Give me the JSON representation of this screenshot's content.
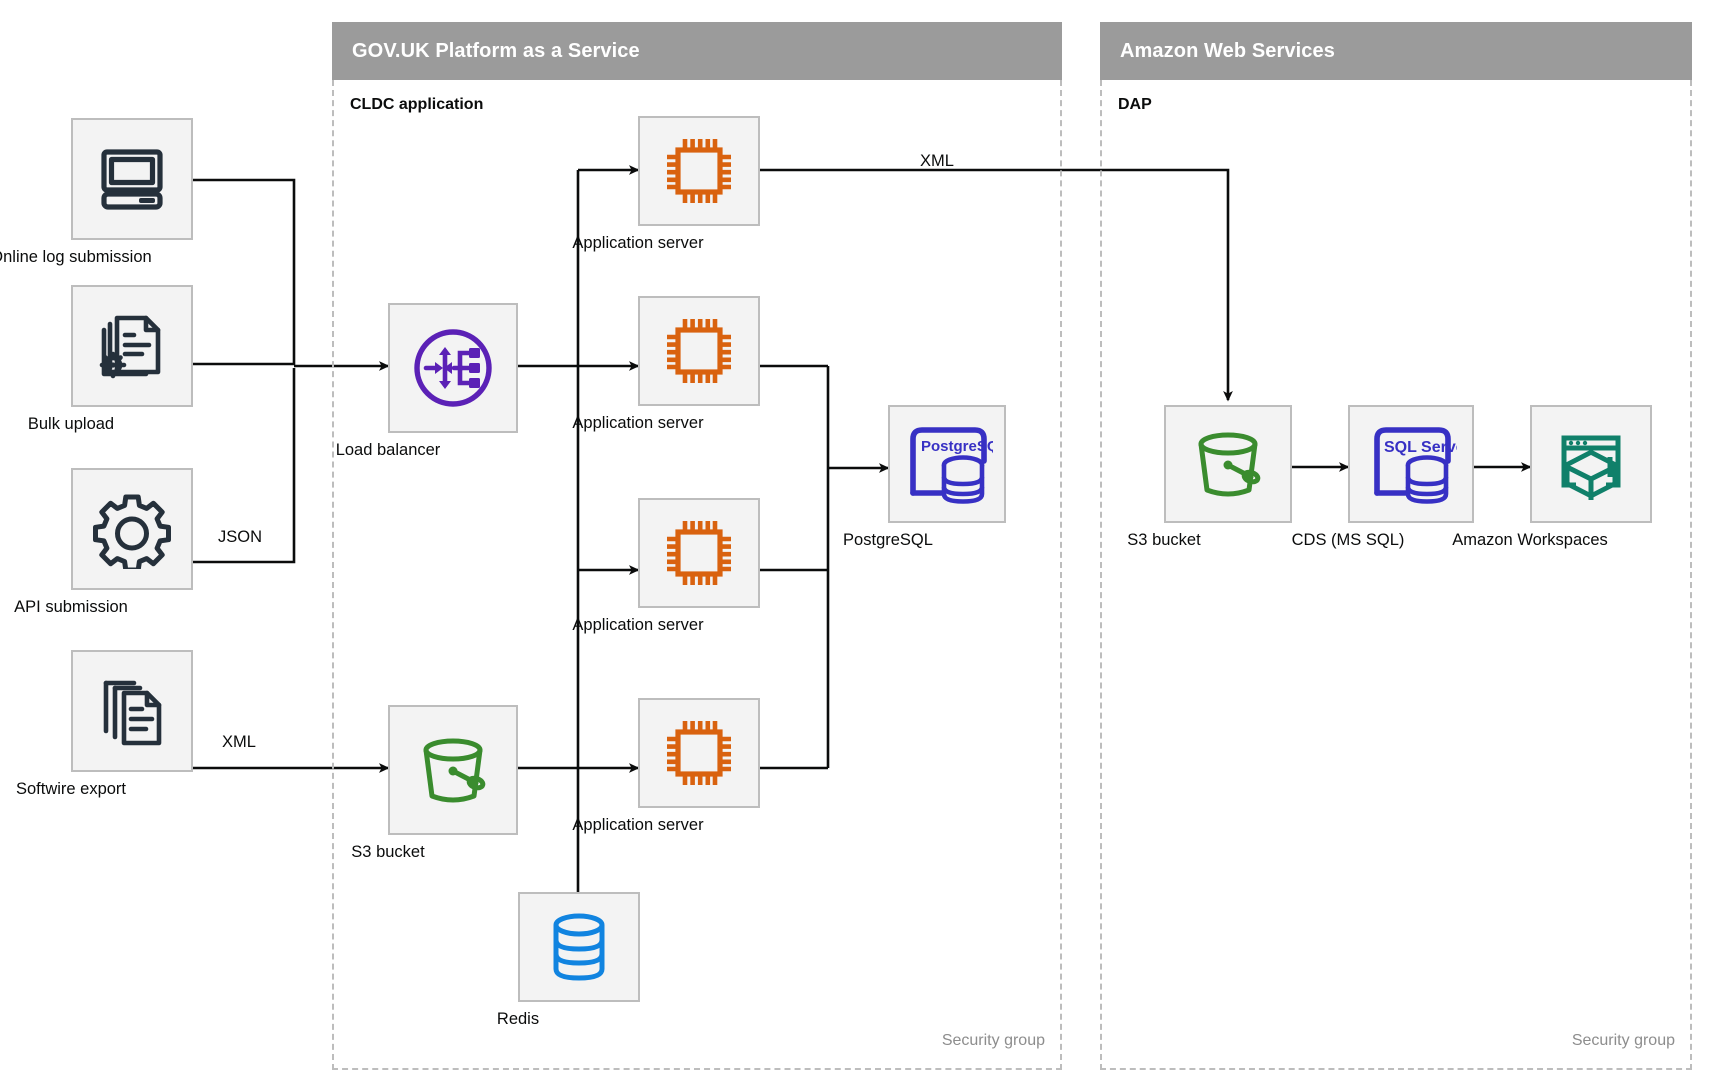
{
  "groups": [
    {
      "id": "paas",
      "title": "GOV.UK Platform as a Service",
      "subgroup_label": "CLDC application",
      "security_caption": "Security group"
    },
    {
      "id": "aws",
      "title": "Amazon Web Services",
      "subgroup_label": "DAP",
      "security_caption": "Security group"
    }
  ],
  "nodes": [
    {
      "id": "online-log-submission",
      "label": "Online log submission",
      "icon": "desktop-computer-icon",
      "color": "#25303b"
    },
    {
      "id": "bulk-upload",
      "label": "Bulk upload",
      "icon": "document-gear-icon",
      "color": "#25303b"
    },
    {
      "id": "api-submission",
      "label": "API submission",
      "icon": "gear-icon",
      "color": "#25303b"
    },
    {
      "id": "softwire-export",
      "label": "Softwire export",
      "icon": "documents-stack-icon",
      "color": "#25303b"
    },
    {
      "id": "load-balancer",
      "label": "Load balancer",
      "icon": "load-balancer-icon",
      "color": "#5b21b6"
    },
    {
      "id": "s3-bucket-paas",
      "label": "S3 bucket",
      "icon": "bucket-icon",
      "color": "#3a8c2e"
    },
    {
      "id": "app-server-1",
      "label": "Application server",
      "icon": "cpu-chip-icon",
      "color": "#d9620f"
    },
    {
      "id": "app-server-2",
      "label": "Application server",
      "icon": "cpu-chip-icon",
      "color": "#d9620f"
    },
    {
      "id": "app-server-3",
      "label": "Application server",
      "icon": "cpu-chip-icon",
      "color": "#d9620f"
    },
    {
      "id": "app-server-4",
      "label": "Application server",
      "icon": "cpu-chip-icon",
      "color": "#d9620f"
    },
    {
      "id": "redis",
      "label": "Redis",
      "icon": "database-cylinder-icon",
      "color": "#1184e0"
    },
    {
      "id": "postgresql",
      "label": "PostgreSQL",
      "icon": "postgresql-icon",
      "color": "#3730c4",
      "badge": "PostgreSQL"
    },
    {
      "id": "s3-bucket-aws",
      "label": "S3 bucket",
      "icon": "bucket-icon",
      "color": "#3a8c2e"
    },
    {
      "id": "cds-ms-sql",
      "label": "CDS (MS SQL)",
      "icon": "sql-server-icon",
      "color": "#3730c4",
      "badge": "SQL Server"
    },
    {
      "id": "amazon-workspaces",
      "label": "Amazon Workspaces",
      "icon": "workspaces-cube-icon",
      "color": "#10806a"
    }
  ],
  "edge_labels": [
    {
      "id": "json-label",
      "text": "JSON"
    },
    {
      "id": "xml-softwire-label",
      "text": "XML"
    },
    {
      "id": "xml-to-s3-label",
      "text": "XML"
    }
  ],
  "colors": {
    "group_header_bg": "#9b9b9b",
    "tile_bg": "#f3f3f3",
    "tile_border": "#bdbdbd",
    "edge": "#0b0c0c",
    "dashed_border": "#bdbdbd",
    "caption": "#8d8d8d"
  }
}
